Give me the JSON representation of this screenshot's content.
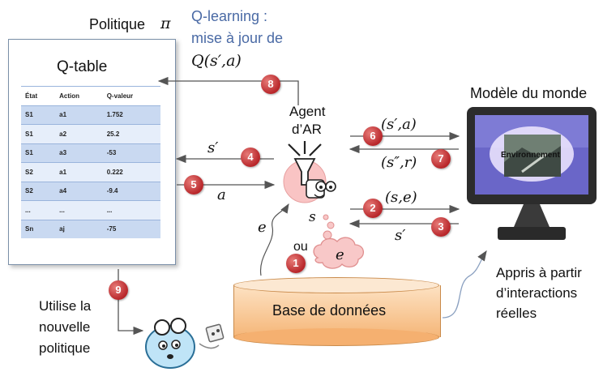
{
  "politique": {
    "label": "Politique",
    "pi": "π"
  },
  "qlearning": {
    "line1": "Q-learning :",
    "line2": "mise à jour de",
    "formula": "Q(s′,a)"
  },
  "qtable": {
    "title": "Q-table",
    "headers": [
      "État",
      "Action",
      "Q-valeur"
    ],
    "rows": [
      [
        "S1",
        "a1",
        "1.752"
      ],
      [
        "S1",
        "a2",
        "25.2"
      ],
      [
        "S1",
        "a3",
        "-53"
      ],
      [
        "S2",
        "a1",
        "0.222"
      ],
      [
        "S2",
        "a4",
        "-9.4"
      ],
      [
        "...",
        "...",
        "..."
      ],
      [
        "Sn",
        "aj",
        "-75"
      ]
    ]
  },
  "agent": {
    "line1": "Agent",
    "line2": "d’AR"
  },
  "world": {
    "title": "Modèle du monde",
    "screen": "Environnement"
  },
  "edges": {
    "e6": "(s′,a)",
    "e7": "(s″,r)",
    "e4": "s′",
    "e5": "a",
    "e2": "(s,e)",
    "e3": "s′",
    "agent_s": "s",
    "e_left": "e",
    "ou": "ou",
    "cloud_e": "e"
  },
  "badges": [
    "1",
    "2",
    "3",
    "4",
    "5",
    "6",
    "7",
    "8",
    "9"
  ],
  "database": {
    "label": "Base de données"
  },
  "learned": {
    "line1": "Appris à partir",
    "line2": "d’interactions",
    "line3": "réelles"
  },
  "newpolicy": {
    "line1": "Utilise la",
    "line2": "nouvelle",
    "line3": "politique"
  },
  "colors": {
    "badge": "#c0392b",
    "table_stripe": "#c9d9f1",
    "database": "#f5b678",
    "cloud": "#f8c8c8"
  }
}
